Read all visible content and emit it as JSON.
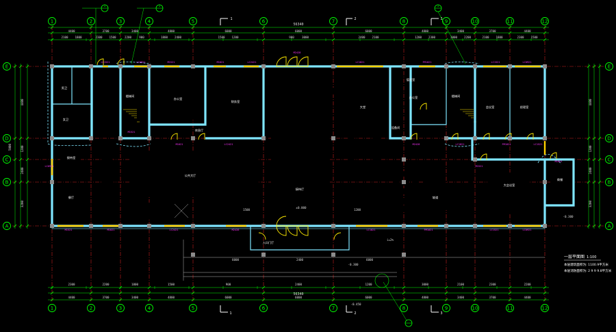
{
  "drawing": {
    "title": "一层平面图",
    "scale": "1:100",
    "notes": [
      "本层建筑面积为: 1100.9平方米",
      "本层消防面积为: 2 9 9 9.8平方米"
    ],
    "total_dim": "56340",
    "col_axes": [
      "1",
      "2",
      "3",
      "4",
      "5",
      "6",
      "7",
      "8",
      "9",
      "10",
      "11",
      "12"
    ],
    "row_axes": [
      "E",
      "D",
      "C",
      "B",
      "A"
    ],
    "bay_dims": [
      "4400",
      "3700",
      "3400",
      "4800",
      "6000",
      "6000",
      "6000",
      "4800",
      "3400",
      "3700",
      "4400"
    ],
    "left_dims": [
      "4400",
      "1200",
      "2400",
      "3200",
      "5000"
    ],
    "section_marks": [
      "1",
      "2",
      "3"
    ],
    "detail_marks": [
      "1",
      "1",
      "1"
    ],
    "room_labels": {
      "toilet_m": "男卫",
      "toilet_f": "女卫",
      "office1": "办公室",
      "office2": "财务室",
      "meeting_l": "接待室",
      "lobby": "大堂",
      "reception": "接待厅",
      "hall": "公共大厅",
      "dining": "餐厅",
      "stair_l": "楼梯间",
      "lounge": "休息厅",
      "office_r": "会议室",
      "office_r2": "经理室",
      "duty": "值班室",
      "equip": "设备间",
      "office_r3": "办公室",
      "meeting_r": "大会议室",
      "stair_r": "楼梯间",
      "shop": "商铺",
      "entry_l": "入口门厅",
      "ramp": "坡道"
    },
    "tags": [
      "LC1521",
      "LC0921",
      "M1521",
      "M1021",
      "LC2421",
      "M2428",
      "LC1821",
      "FM1021"
    ],
    "subdims": [
      "2100",
      "2300",
      "2200",
      "1800",
      "1500",
      "900",
      "2400",
      "1200",
      "3000"
    ],
    "elev": [
      "-0.300",
      "±0.000",
      "-0.450"
    ],
    "slope": "i=2%"
  }
}
